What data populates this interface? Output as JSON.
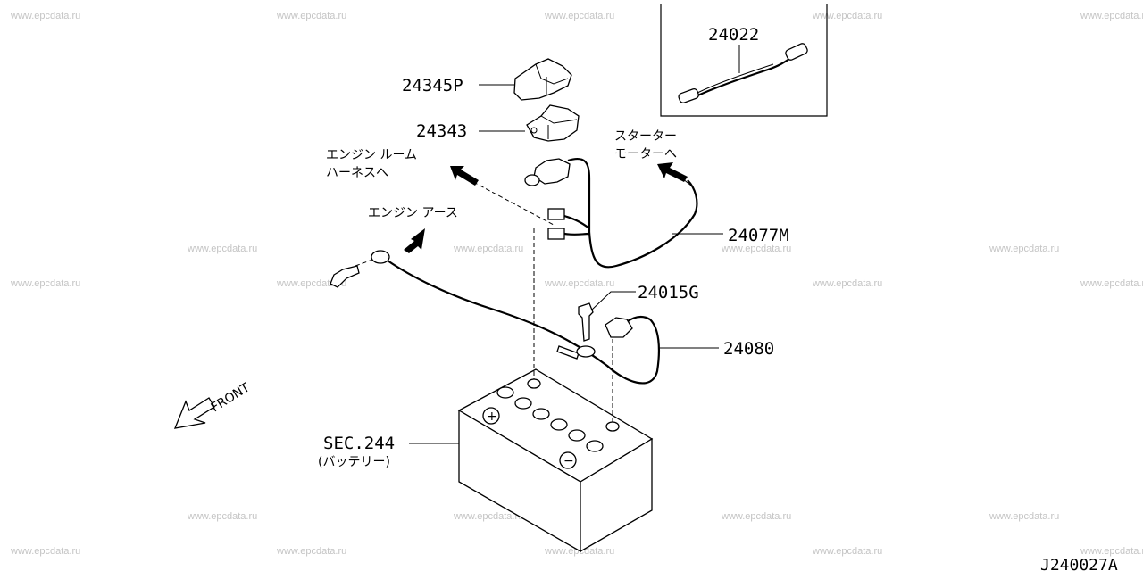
{
  "watermark": "www.epcdata.ru",
  "parts": {
    "p24022": "24022",
    "p24345P": "24345P",
    "p24343": "24343",
    "p24077M": "24077M",
    "p24015G": "24015G",
    "p24080": "24080",
    "sec244": "SEC.244"
  },
  "notes": {
    "engine_room_line1": "エンジン ルーム",
    "engine_room_line2": "ハーネスへ",
    "starter_line1": "スターター",
    "starter_line2": "モーターへ",
    "engine_earth": "エンジン アース",
    "battery": "(バッテリー)",
    "front": "FRONT",
    "battery_plus": "+",
    "battery_minus": "−"
  },
  "drawing_code": "J240027A"
}
